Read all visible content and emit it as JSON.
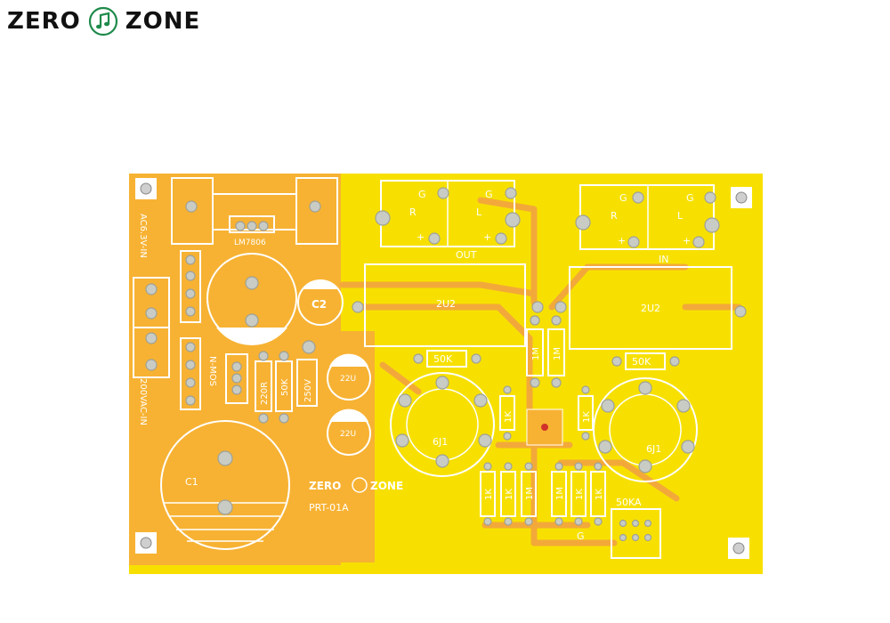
{
  "brand": {
    "left_word": "ZERO",
    "right_word": "ZONE",
    "logo_icon": "music-note-circle-icon",
    "logo_color": "#1e8a4a"
  },
  "board": {
    "colors": {
      "substrate": "#f7e000",
      "copper_pour": "#f7b233",
      "silkscreen": "#ffffff",
      "pad": "#c9ccc4"
    },
    "connector_labels": {
      "out_title": "OUT",
      "in_title": "IN",
      "out_ground_left": "G",
      "out_right": "R",
      "out_ground_right": "G",
      "out_left": "L",
      "out_plus_left": "+",
      "out_plus_right": "+",
      "in_ground_left": "G",
      "in_right": "R",
      "in_ground_right": "G",
      "in_left": "L",
      "in_plus_left": "+",
      "in_plus_right": "+"
    },
    "power": {
      "regulator": "LM7806",
      "ac_6v": "AC6.3V-IN",
      "ac_200v": "200VAC-IN",
      "mosfet": "N-MOS",
      "r_220": "220R",
      "r_50k": "50K",
      "cap_250v": "250V",
      "cap_c1": "C1",
      "cap_c2": "C2",
      "cap_22u_top": "22U",
      "cap_22u_bottom": "22U"
    },
    "caps": {
      "out_film": "2U2",
      "in_film": "2U2"
    },
    "tubes": {
      "left": "6J1",
      "right": "6J1"
    },
    "resistors": {
      "pot_left": "50K",
      "pot_right": "50K",
      "r_1m_a": "1M",
      "r_1m_b": "1M",
      "r_1k_left_vert": "1K",
      "r_1k_right_vert": "1K",
      "r_bottom": [
        "1K",
        "1K",
        "1M",
        "1M",
        "1K",
        "1K"
      ]
    },
    "volume_pot": "50KA",
    "ground_mark": "G",
    "board_brand": "ZERO",
    "board_brand_right": "ZONE",
    "model": "PRT-01A"
  }
}
